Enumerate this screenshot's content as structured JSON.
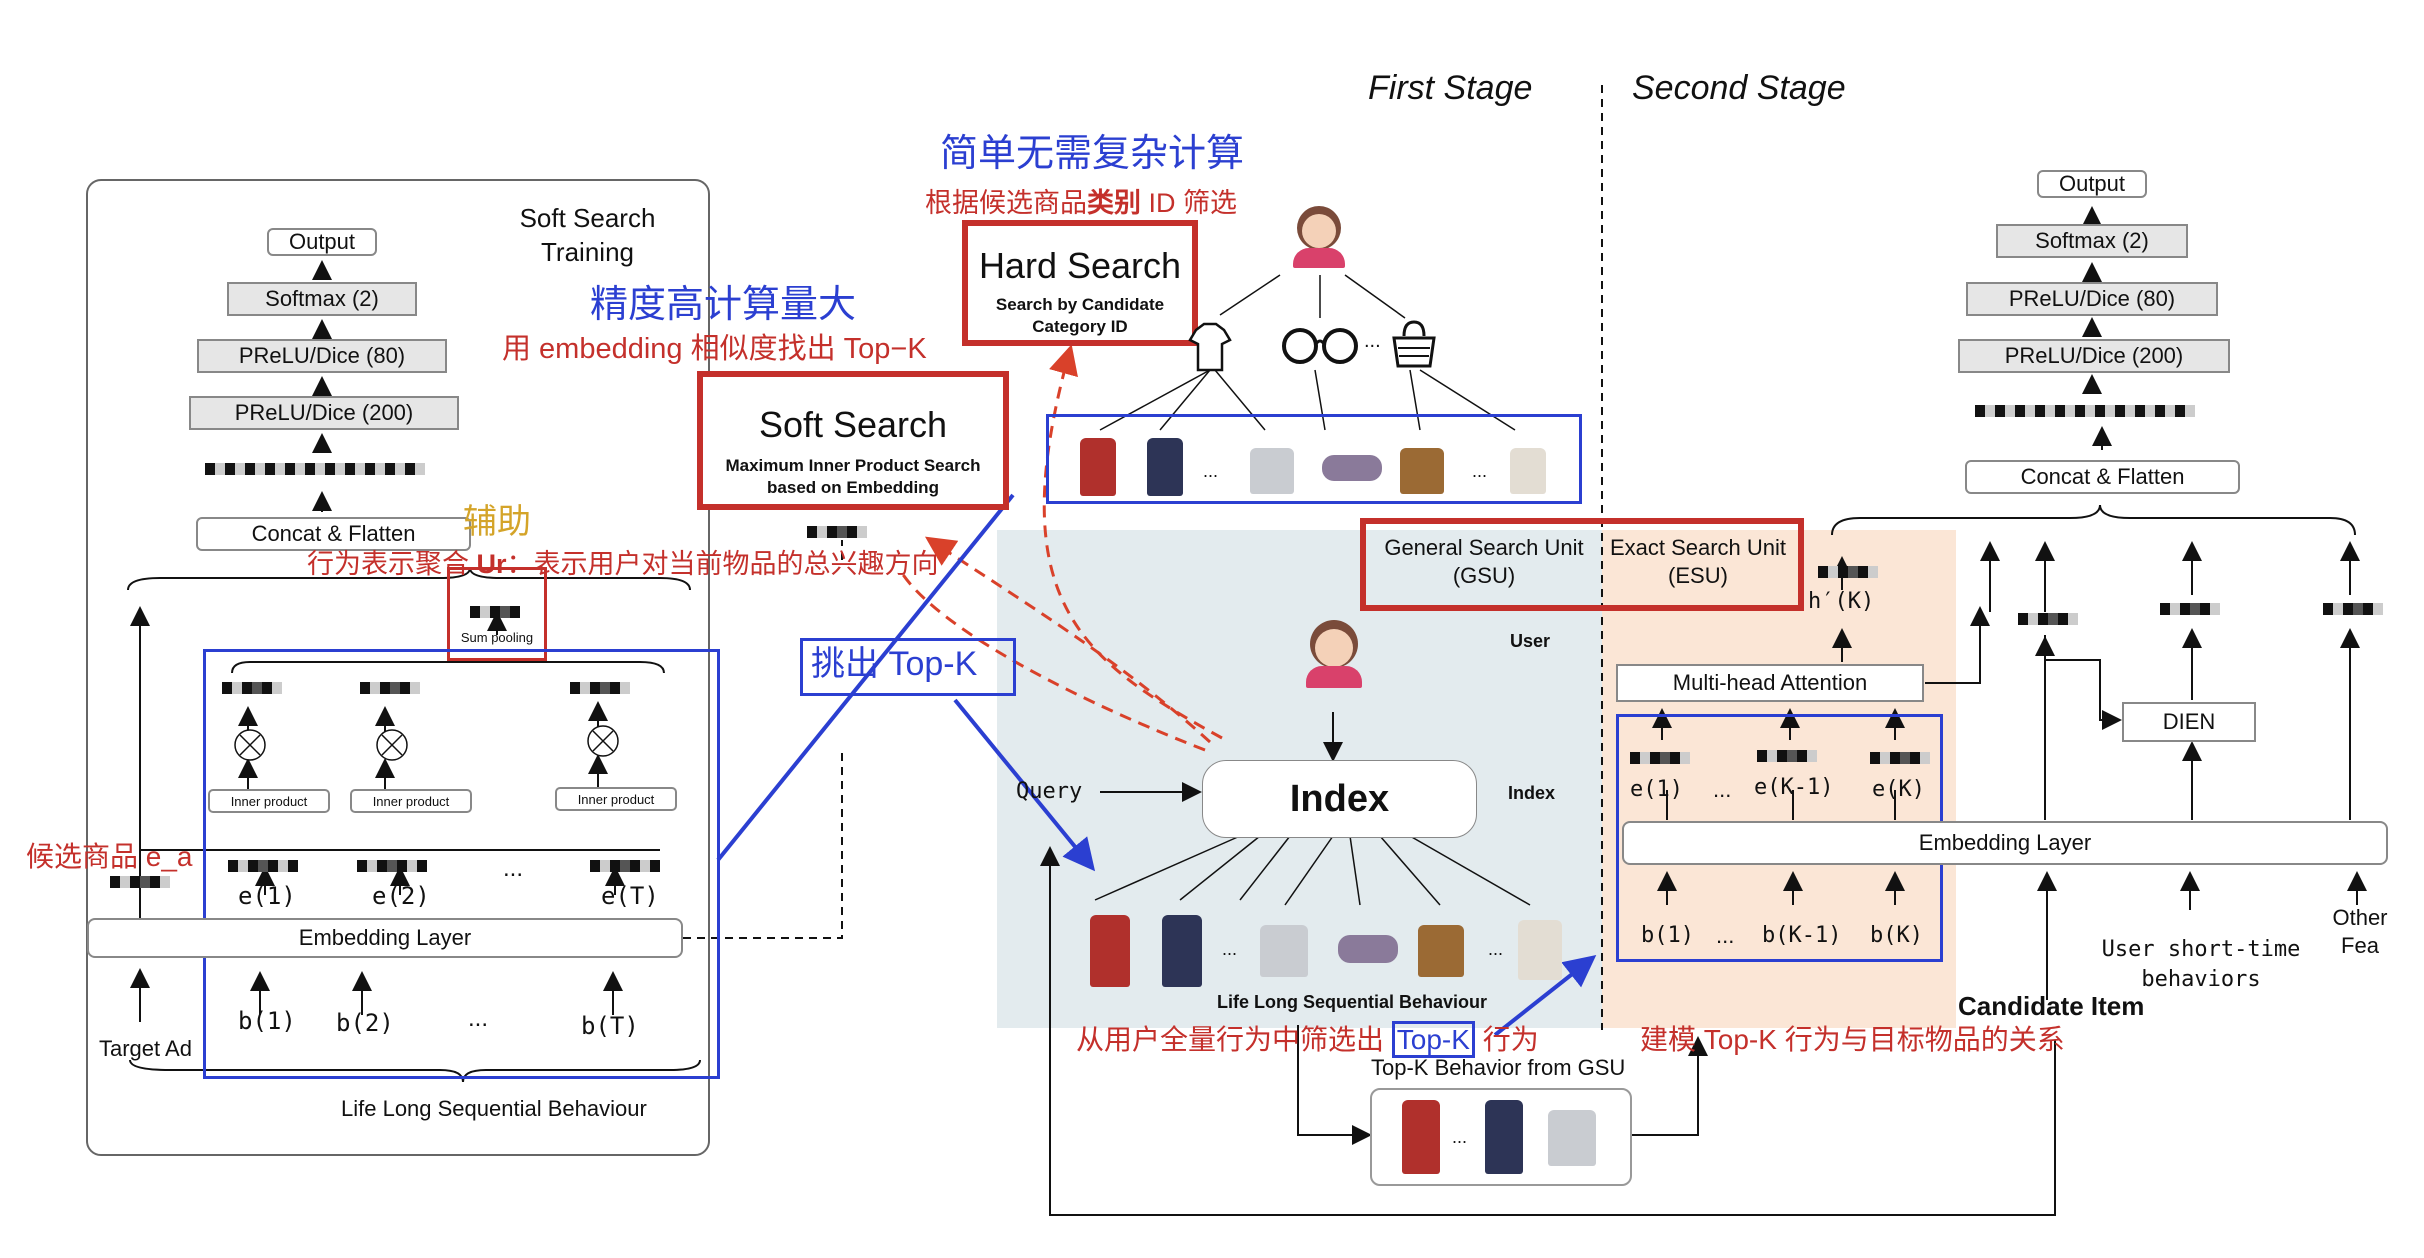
{
  "stages": {
    "first": "First Stage",
    "second": "Second Stage"
  },
  "colors": {
    "annotation_red": "#c4302b",
    "annotation_blue": "#2b3fd1",
    "gold": "#d4a429",
    "gsu_panel": "#e3ebee",
    "esu_panel": "#fbe6d6"
  },
  "soft_training": {
    "title_line1": "Soft Search",
    "title_line2": "Training",
    "output": "Output",
    "softmax": "Softmax (2)",
    "prelu80": "PReLU/Dice (80)",
    "prelu200": "PReLU/Dice (200)",
    "concat": "Concat & Flatten",
    "sum_pooling": "Sum pooling",
    "inner_product": "Inner product",
    "e1": "e(1)",
    "e2": "e(2)",
    "eT": "e(T)",
    "embedding": "Embedding Layer",
    "b1": "b(1)",
    "b2": "b(2)",
    "bT": "b(T)",
    "ellipsis": "...",
    "target_ad": "Target Ad",
    "sequence": "Life Long Sequential Behaviour"
  },
  "annotations": {
    "fuzhu": "辅助",
    "ur_line_pre": "行为表示聚合 ",
    "ur_bold": "Ur",
    "ur_line_post": "：表示用户对当前物品的总兴趣方向",
    "ea": "候选商品 e_a",
    "simple_title": "简单无需复杂计算",
    "hard_note_pre": "根据候选商品",
    "hard_note_bold": "类别",
    "hard_note_post": " ID 筛选",
    "precision_title": "精度高计算量大",
    "soft_note": "用 embedding 相似度找出 Top−K",
    "pick_topk": "挑出 Top-K",
    "filter_pre": "从用户全量行为中筛选出 ",
    "filter_topk": "Top-K",
    "filter_post": " 行为",
    "model_note": "建模 Top-K 行为与目标物品的关系"
  },
  "hard_search": {
    "title": "Hard Search",
    "line1": "Search by Candidate",
    "line2": "Category ID"
  },
  "soft_search": {
    "title": "Soft Search",
    "line1": "Maximum Inner Product Search",
    "line2": "based on Embedding"
  },
  "gsu": {
    "label_line1": "General Search Unit",
    "label_line2": "(GSU)",
    "user": "User",
    "query": "Query",
    "index_box": "Index",
    "index_side": "Index",
    "sequence": "Life Long Sequential Behaviour",
    "topk_caption": "Top-K Behavior from GSU",
    "ellipsis": "..."
  },
  "esu": {
    "label_line1": "Exact Search Unit",
    "label_line2": "(ESU)",
    "hk": "h′(K)",
    "mha": "Multi-head Attention",
    "e1": "e(1)",
    "eK1": "e(K-1)",
    "eK": "e(K)",
    "embedding": "Embedding Layer",
    "b1": "b(1)",
    "bK1": "b(K-1)",
    "bK": "b(K)",
    "ellipsis": "...",
    "candidate": "Candidate Item",
    "short_line1": "User short-time",
    "short_line2": "behaviors",
    "other_line1": "Other",
    "other_line2": "Fea",
    "dien": "DIEN",
    "output": "Output",
    "softmax": "Softmax (2)",
    "prelu80": "PReLU/Dice (80)",
    "prelu200": "PReLU/Dice (200)",
    "concat": "Concat & Flatten"
  }
}
